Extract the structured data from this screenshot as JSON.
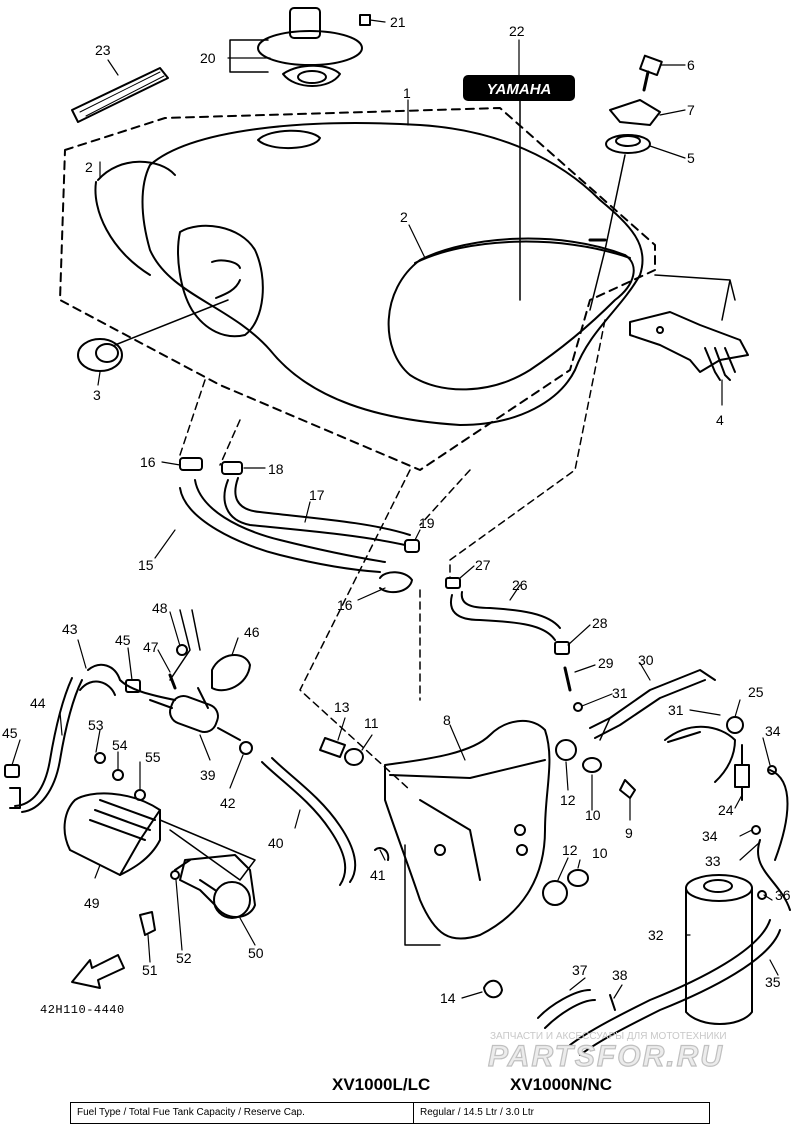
{
  "diagram": {
    "tank_decal_text": "YAMAHA",
    "front_arrow_text": "FWD",
    "drawing_code": "42H110-4440",
    "part_numbers": [
      "1",
      "2",
      "2",
      "3",
      "4",
      "5",
      "6",
      "7",
      "8",
      "9",
      "10",
      "10",
      "11",
      "12",
      "12",
      "13",
      "14",
      "15",
      "16",
      "16",
      "17",
      "18",
      "19",
      "20",
      "21",
      "22",
      "23",
      "24",
      "25",
      "26",
      "27",
      "28",
      "29",
      "30",
      "31",
      "31",
      "32",
      "33",
      "34",
      "34",
      "35",
      "36",
      "37",
      "38",
      "39",
      "40",
      "41",
      "42",
      "43",
      "44",
      "45",
      "45",
      "46",
      "47",
      "48",
      "49",
      "50",
      "51",
      "52",
      "53",
      "54",
      "55"
    ]
  },
  "watermark": {
    "caption": "ЗАПЧАСТИ И АКСЕССУАРЫ ДЛЯ МОТОТЕХНИКИ",
    "site": "PARTSFOR.RU"
  },
  "models": {
    "left": "XV1000L/LC",
    "right": "XV1000N/NC"
  },
  "spec_table": {
    "label": "Fuel Type / Total Fue Tank Capacity / Reserve Cap.",
    "value": "Regular / 14.5 Ltr / 3.0 Ltr"
  }
}
